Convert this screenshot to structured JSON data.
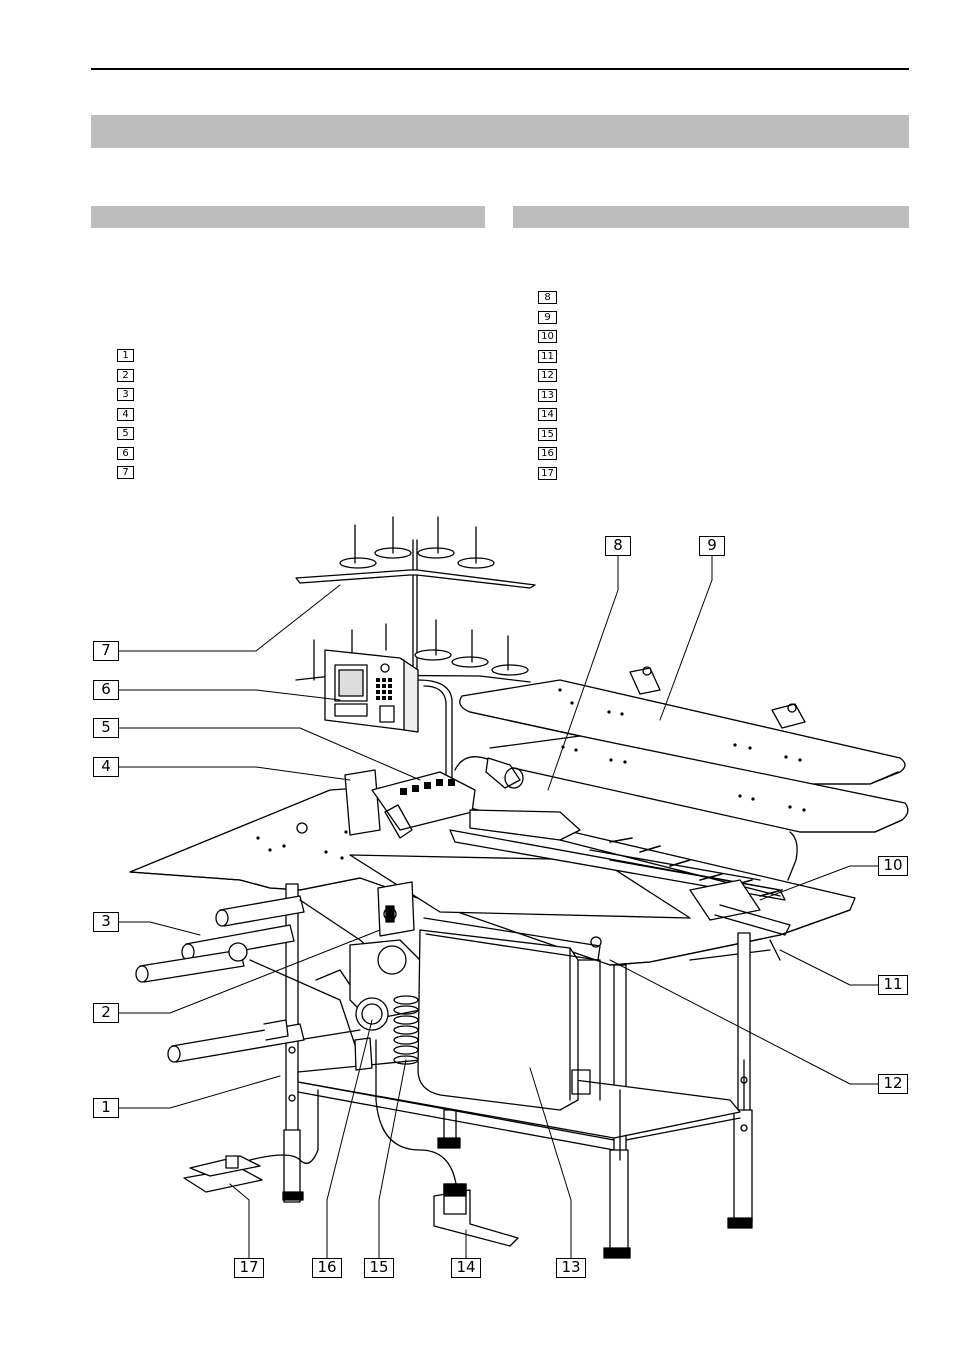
{
  "key_left": [
    "1",
    "2",
    "3",
    "4",
    "5",
    "6",
    "7"
  ],
  "key_right": [
    "8",
    "9",
    "10",
    "11",
    "12",
    "13",
    "14",
    "15",
    "16",
    "17"
  ],
  "callouts": {
    "c1": "1",
    "c2": "2",
    "c3": "3",
    "c4": "4",
    "c5": "5",
    "c6": "6",
    "c7": "7",
    "c8": "8",
    "c9": "9",
    "c10": "10",
    "c11": "11",
    "c12": "12",
    "c13": "13",
    "c14": "14",
    "c15": "15",
    "c16": "16",
    "c17": "17"
  }
}
